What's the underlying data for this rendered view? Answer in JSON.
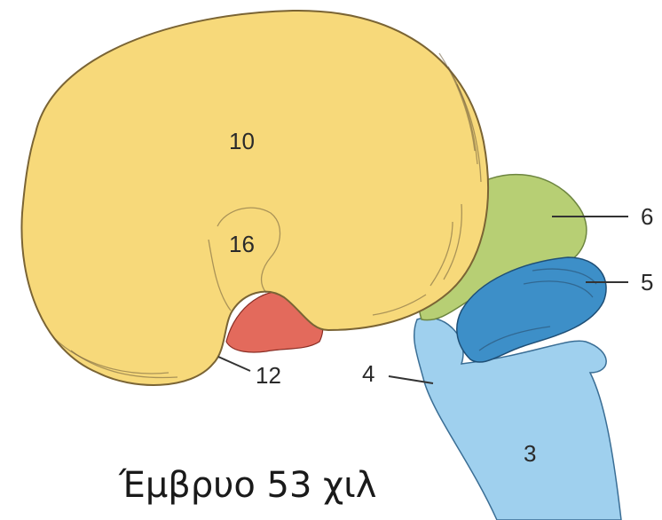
{
  "labels": {
    "cerebral_hemisphere": "10",
    "insula": "16",
    "olfactory": "12",
    "pons_boundary": "4",
    "cerebellum": "6",
    "fourth_ventricle_region": "5",
    "brainstem": "3"
  },
  "caption": "Έμβρυο 53 χιλ",
  "colors": {
    "hemisphere": "#f7d97a",
    "cerebellum": "#b7cf74",
    "brainstem": "#9fd0ee",
    "ventricle": "#3d8fc8",
    "olfactory_area": "#e36a5c"
  }
}
